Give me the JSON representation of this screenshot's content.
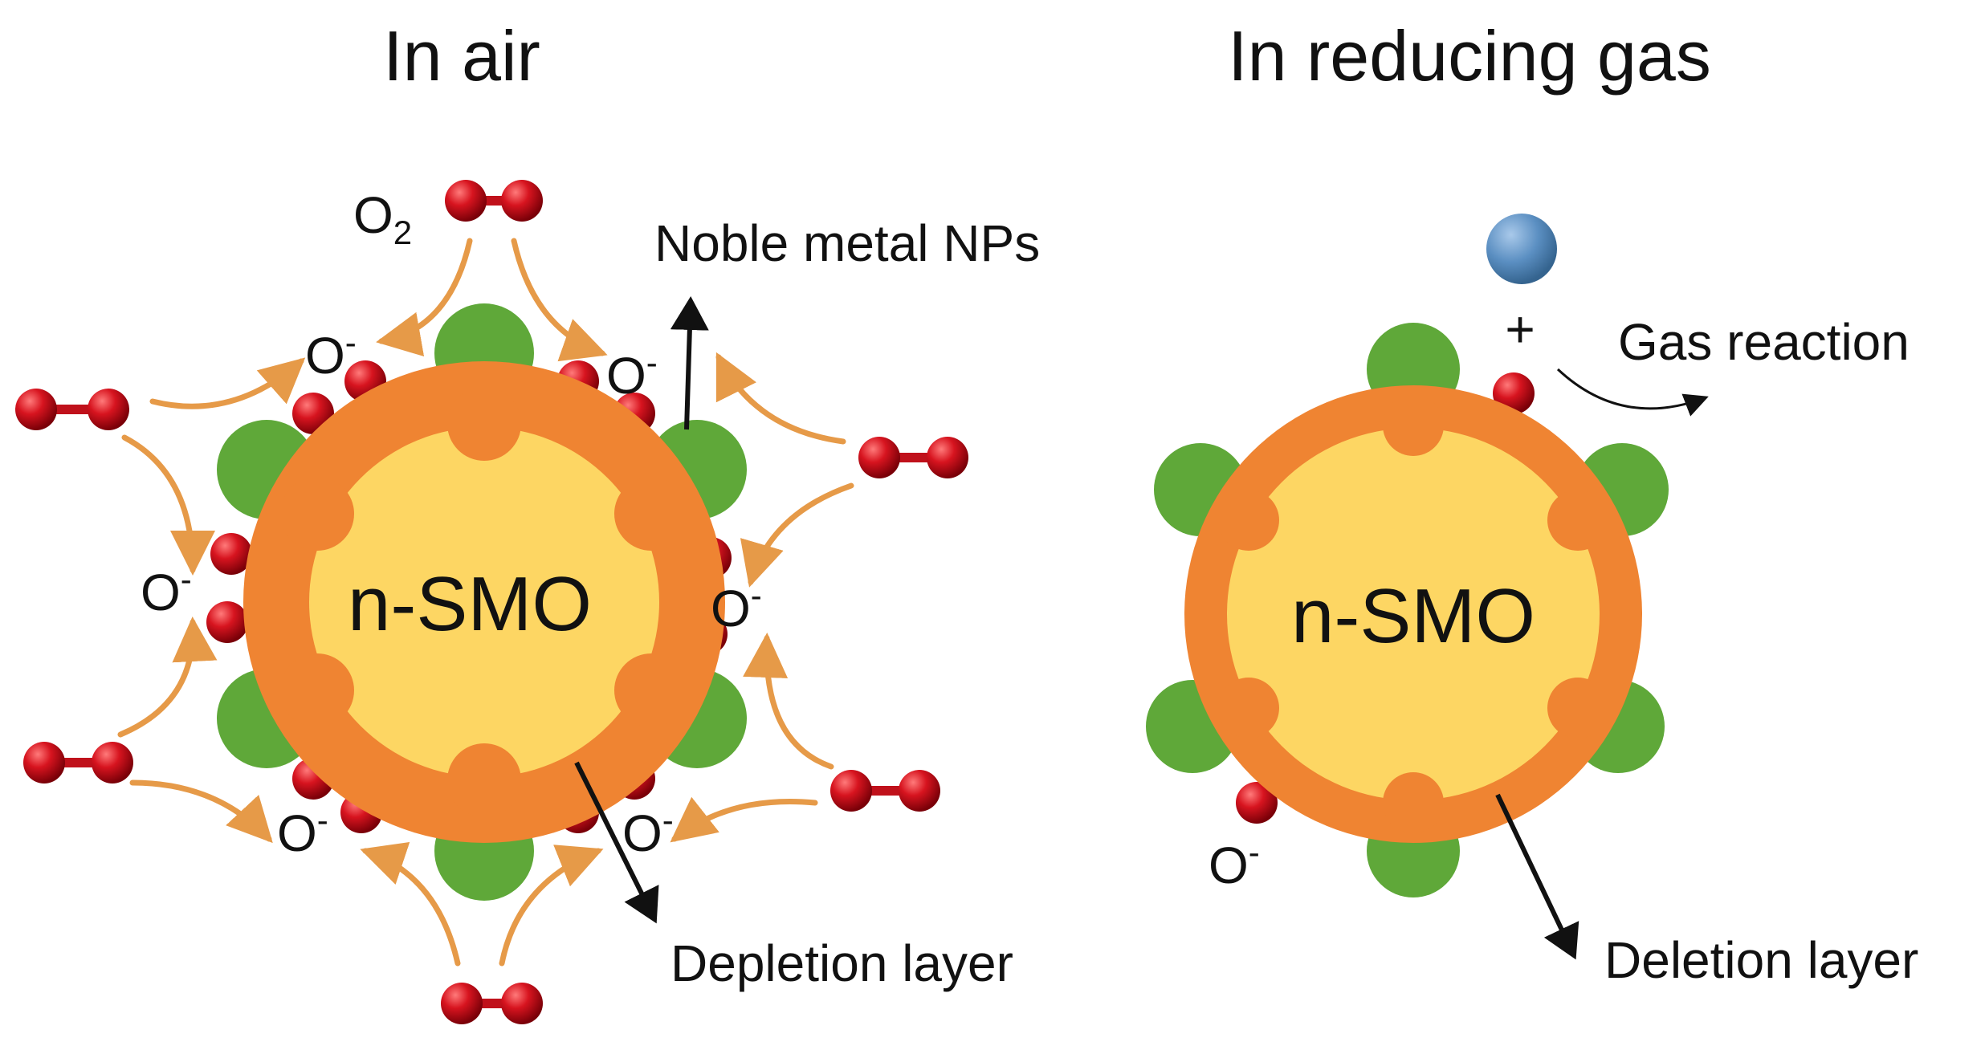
{
  "panels": {
    "left": {
      "title": "In air",
      "core_label": "n-SMO",
      "noble_metal_label": "Noble metal NPs",
      "layer_label": "Depletion layer",
      "o2_base": "O",
      "o2_sub": "2",
      "ion_base": "O",
      "ion_sup": "-"
    },
    "right": {
      "title": "In reducing gas",
      "core_label": "n-SMO",
      "plus": "+",
      "reaction_label": "Gas reaction",
      "layer_label": "Deletion layer",
      "ion_base": "O",
      "ion_sup": "-"
    }
  },
  "colors": {
    "core_fill": "#fdd663",
    "shell": "#ef8432",
    "noble_metal": "#5fa839",
    "oxygen": "#d7141f",
    "arrow_orange": "#e69a48",
    "gas_molecule": "#5b8fc2",
    "text": "#111111"
  }
}
